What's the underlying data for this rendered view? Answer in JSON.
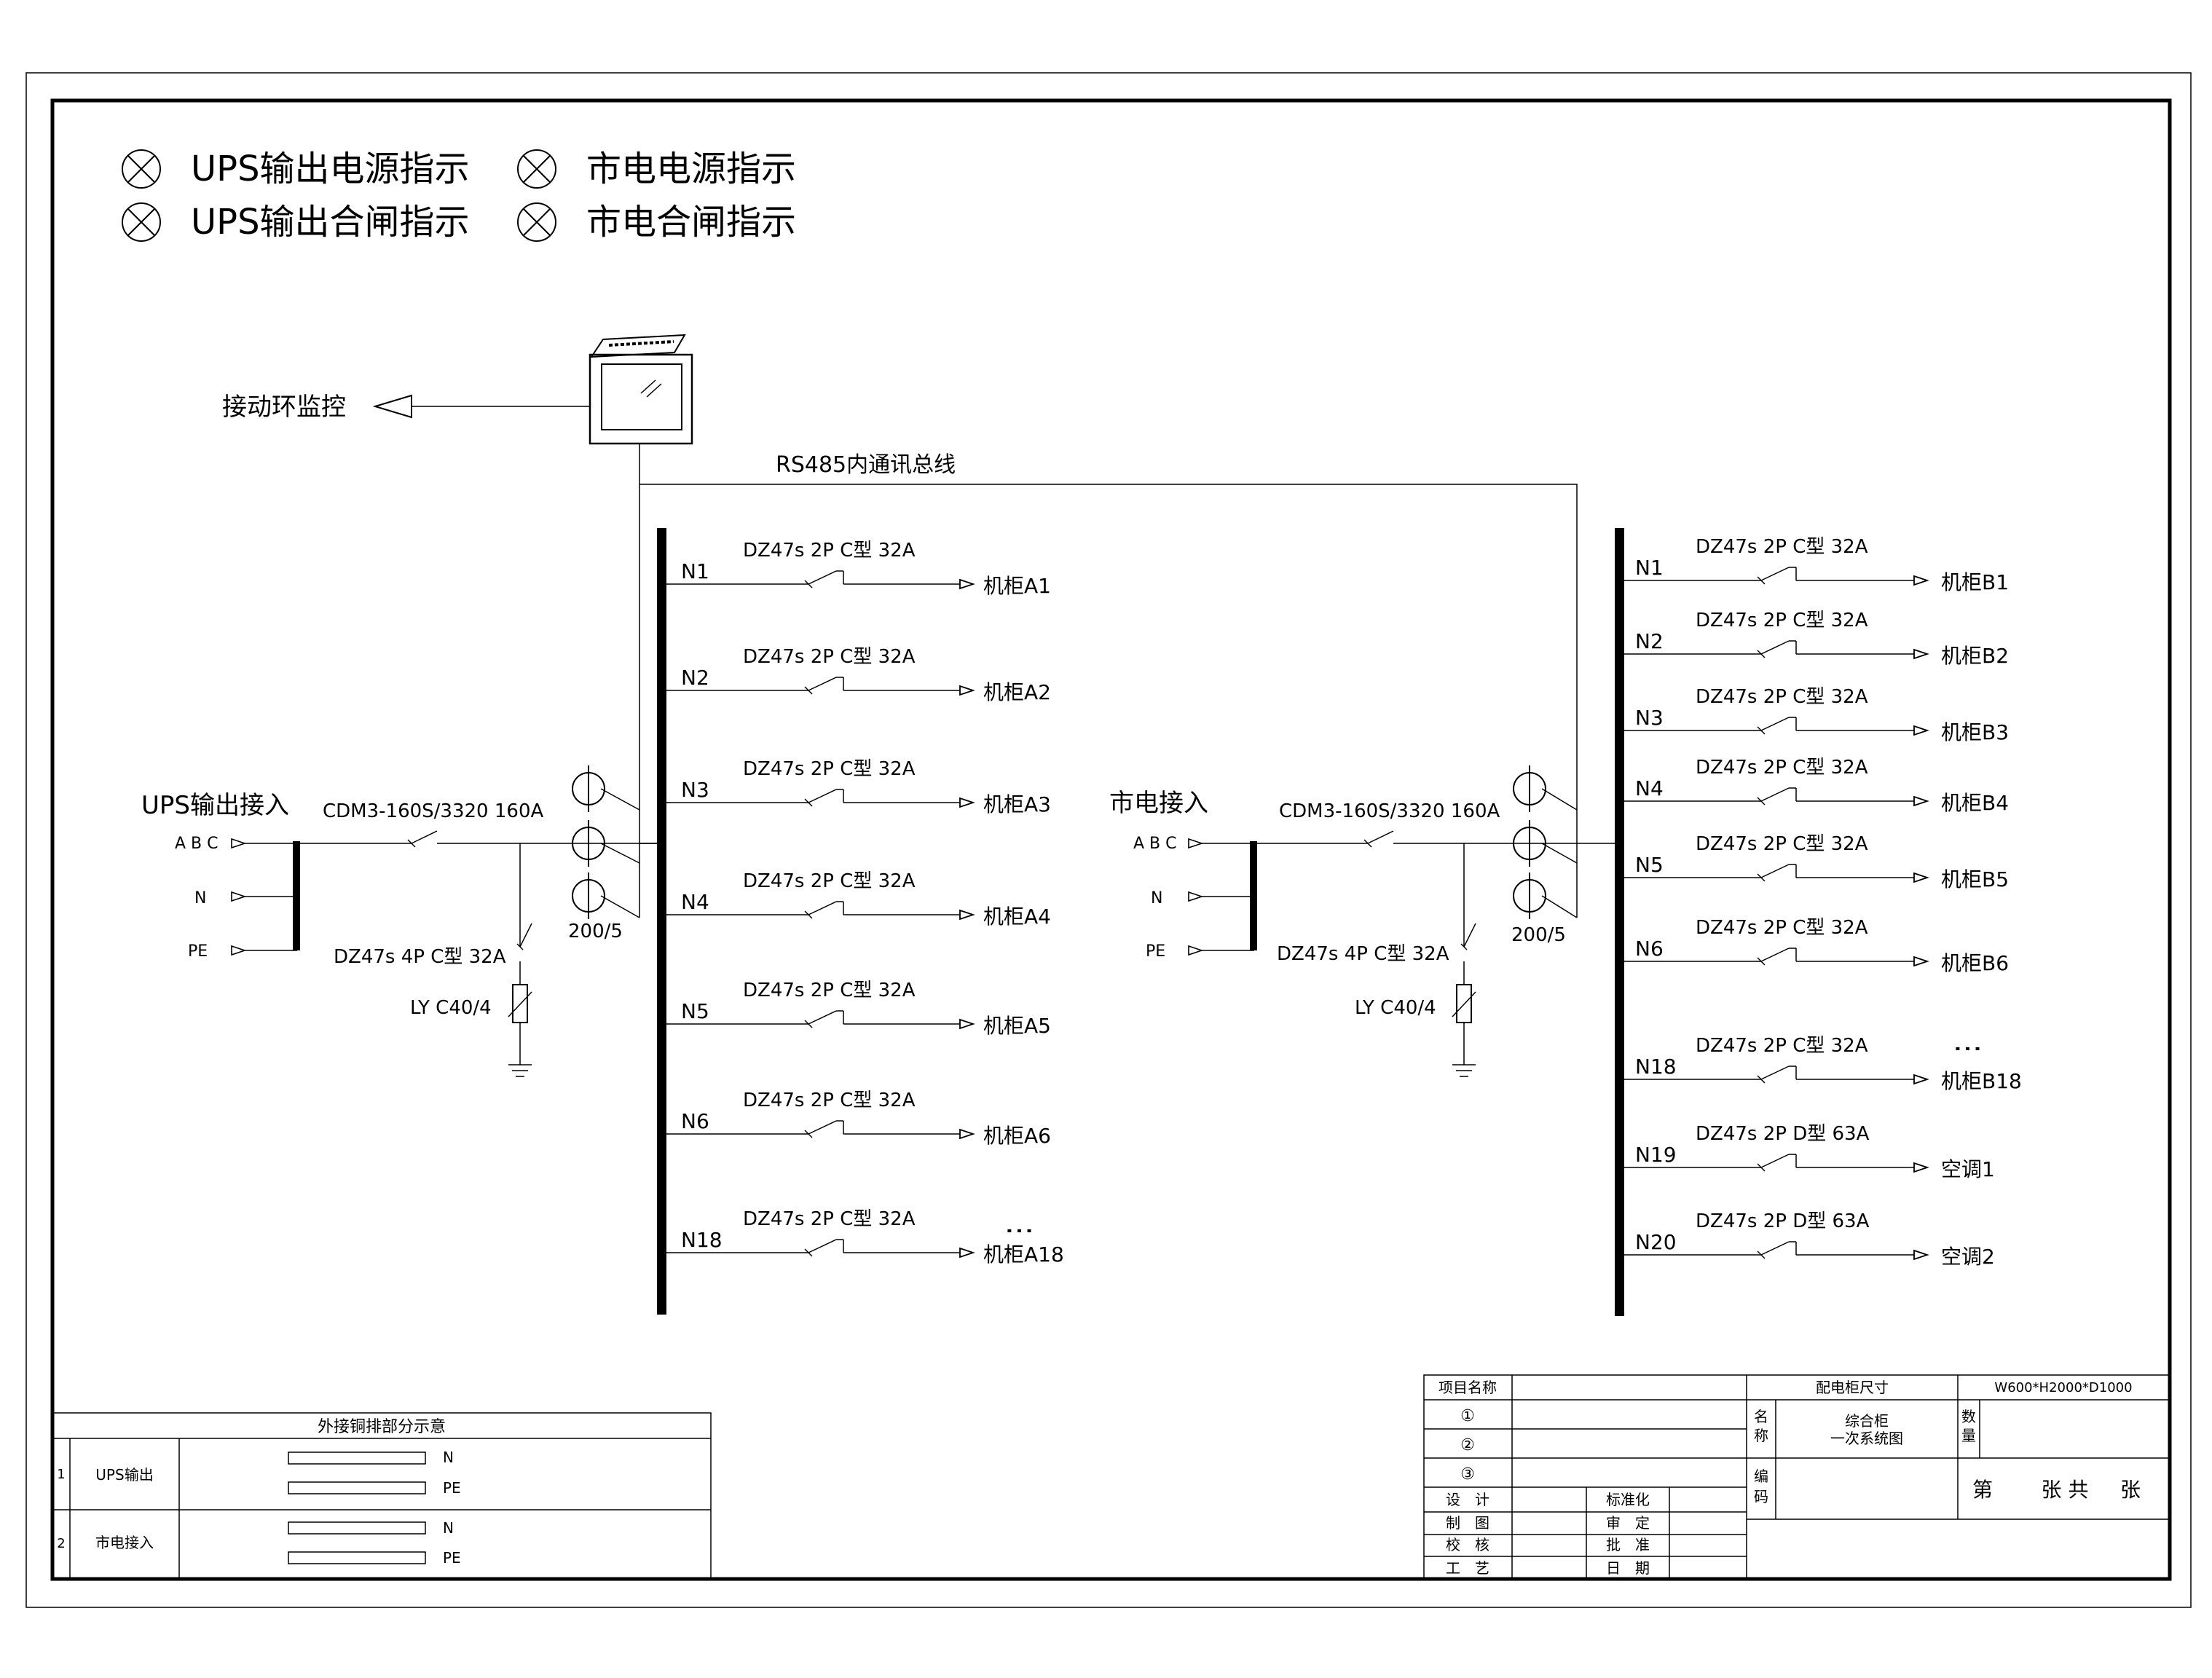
{
  "legend": {
    "items": [
      {
        "label": "UPS输出电源指示"
      },
      {
        "label": "市电电源指示"
      },
      {
        "label": "UPS输出合闸指示"
      },
      {
        "label": "市电合闸指示"
      }
    ],
    "icon": "indicator-lamp-icon"
  },
  "monitor": {
    "label": "接动环监控",
    "icon": "touchscreen-panel-icon"
  },
  "bus_label": "RS485内通讯总线",
  "ups_side": {
    "title": "UPS输出接入",
    "phases": [
      "A B C",
      "N",
      "PE"
    ],
    "main_breaker": "CDM3-160S/3320 160A",
    "ct": "200/5",
    "spd_breaker": "DZ47s 4P C型 32A",
    "spd": "LY C40/4",
    "branches": [
      {
        "id": "N1",
        "breaker": "DZ47s 2P C型 32A",
        "load": "机柜A1"
      },
      {
        "id": "N2",
        "breaker": "DZ47s 2P C型 32A",
        "load": "机柜A2"
      },
      {
        "id": "N3",
        "breaker": "DZ47s 2P C型 32A",
        "load": "机柜A3"
      },
      {
        "id": "N4",
        "breaker": "DZ47s 2P C型 32A",
        "load": "机柜A4"
      },
      {
        "id": "N5",
        "breaker": "DZ47s 2P C型 32A",
        "load": "机柜A5"
      },
      {
        "id": "N6",
        "breaker": "DZ47s 2P C型 32A",
        "load": "机柜A6"
      },
      {
        "id": "N18",
        "breaker": "DZ47s 2P C型 32A",
        "load": "机柜A18"
      }
    ]
  },
  "mains_side": {
    "title": "市电接入",
    "phases": [
      "A B C",
      "N",
      "PE"
    ],
    "main_breaker": "CDM3-160S/3320 160A",
    "ct": "200/5",
    "spd_breaker": "DZ47s 4P C型 32A",
    "spd": "LY C40/4",
    "branches": [
      {
        "id": "N1",
        "breaker": "DZ47s 2P C型 32A",
        "load": "机柜B1"
      },
      {
        "id": "N2",
        "breaker": "DZ47s 2P C型 32A",
        "load": "机柜B2"
      },
      {
        "id": "N3",
        "breaker": "DZ47s 2P C型 32A",
        "load": "机柜B3"
      },
      {
        "id": "N4",
        "breaker": "DZ47s 2P C型 32A",
        "load": "机柜B4"
      },
      {
        "id": "N5",
        "breaker": "DZ47s 2P C型 32A",
        "load": "机柜B5"
      },
      {
        "id": "N6",
        "breaker": "DZ47s 2P C型 32A",
        "load": "机柜B6"
      },
      {
        "id": "N18",
        "breaker": "DZ47s 2P C型 32A",
        "load": "机柜B18"
      },
      {
        "id": "N19",
        "breaker": "DZ47s 2P D型 63A",
        "load": "空调1"
      },
      {
        "id": "N20",
        "breaker": "DZ47s 2P D型 63A",
        "load": "空调2"
      }
    ]
  },
  "busbar_table": {
    "title": "外接铜排部分示意",
    "rows": [
      {
        "no": "1",
        "name": "UPS输出",
        "bars": [
          "N",
          "PE"
        ]
      },
      {
        "no": "2",
        "name": "市电接入",
        "bars": [
          "N",
          "PE"
        ]
      }
    ]
  },
  "title_block": {
    "project_label": "项目名称",
    "items": [
      "①",
      "②",
      "③"
    ],
    "size_label": "配电柜尺寸",
    "size_value": "W600*H2000*D1000",
    "name_label": [
      "名",
      "称"
    ],
    "name_value": [
      "综合柜",
      "一次系统图"
    ],
    "qty_label": [
      "数",
      "量"
    ],
    "code_label": [
      "编",
      "码"
    ],
    "sheet": [
      "第",
      "张 共",
      "张"
    ],
    "roles_left": [
      "设　计",
      "制　图",
      "校　核",
      "工　艺"
    ],
    "roles_right": [
      "标准化",
      "审　定",
      "批　准",
      "日　期"
    ]
  }
}
